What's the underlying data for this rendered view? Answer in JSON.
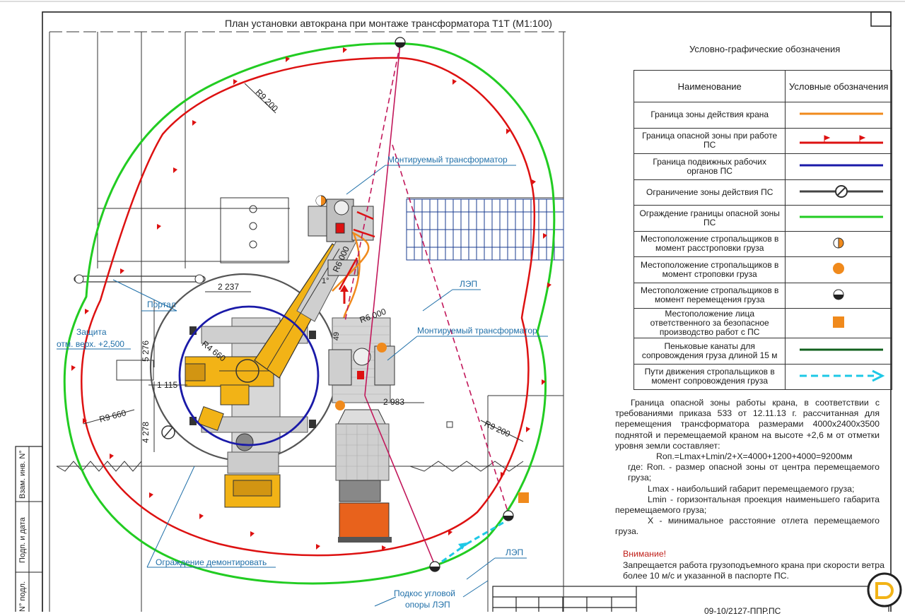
{
  "title": "План установки автокрана при монтаже трансформатора Т1Т (М1:100)",
  "labels": {
    "transformer_top": "Монтируемый трансформатор",
    "transformer_mid": "Монтируемый трансформатор",
    "portal": "Портал",
    "zashchita_1": "Защита",
    "zashchita_2": "отм. верх. +2,500",
    "lep_top": "ЛЭП",
    "lep_bottom": "ЛЭП",
    "ograzhdenie": "Ограждение демонтировать",
    "podkos_1": "Подкос угловой",
    "podkos_2": "опоры ЛЭП"
  },
  "dimensions": {
    "r9200_top": "R9 200",
    "r9200_right": "R9 200",
    "r9660": "R9 660",
    "r4660": "R4 660",
    "r6000": "R6 000",
    "r6000b": "R6 000",
    "d2237": "2 237",
    "d5276": "5 276",
    "d4278": "4 278",
    "d1115": "1 115",
    "d2983": "2 983",
    "d49": "49",
    "d1": "1°"
  },
  "legend": {
    "caption": "Условно-графические обозначения",
    "col_name": "Наименование",
    "col_symbol": "Условные обозначения",
    "rows": [
      {
        "name": "Граница зоны действия крана",
        "symbol": "orange-line-icon"
      },
      {
        "name": "Граница опасной зоны при работе ПС",
        "symbol": "red-flag-line-icon"
      },
      {
        "name": "Граница подвижных рабочих органов ПС",
        "symbol": "blue-line-icon"
      },
      {
        "name": "Ограничение зоны действия ПС",
        "symbol": "limit-circle-icon"
      },
      {
        "name": "Ограждение границы опасной зоны ПС",
        "symbol": "green-line-icon"
      },
      {
        "name": "Местоположение стропальщиков в момент расстроповки груза",
        "symbol": "half-orange-circle-icon"
      },
      {
        "name": "Местоположение стропальщиков в момент строповки груза",
        "symbol": "orange-circle-icon"
      },
      {
        "name": "Местоположение стропальщиков в момент перемещения груза",
        "symbol": "half-black-circle-icon"
      },
      {
        "name": "Местоположение лица ответственного за безопасное производство работ с ПС",
        "symbol": "orange-square-icon"
      },
      {
        "name": "Пеньковые канаты для сопровождения груза длиной 15 м",
        "symbol": "dark-green-line-icon"
      },
      {
        "name": "Пути движения стропальщиков в момент сопровождения груза",
        "symbol": "cyan-dashed-arrow-icon"
      }
    ]
  },
  "description": {
    "p1": "Граница опасной зоны работы крана, в соответствии с требованиями приказа 533 от 12.11.13 г. рассчитанная для перемещения трансформатора размерами 4000х2400х3500 поднятой и перемещаемой краном на высоте +2,6 м от отметки уровня земли составляет:",
    "formula": "Rоп.=Lmax+Lmin/2+X=4000+1200+4000=9200мм",
    "where": "где:   Rоп. - размер опасной зоны от центра перемещаемого груза;",
    "lmax": "Lmax - наибольший габарит перемещаемого груза;",
    "lmin": "Lmin - горизонтальная проекция наименьшего габарита перемещаемого груза;",
    "x": "X - минимальное расстояние отлета перемещаемого груза."
  },
  "warning": {
    "title": "Внимание!",
    "text": "Запрещается работа грузоподъемного крана при скорости ветра более 10 м/с и указанной в паспорте ПС."
  },
  "stamp": {
    "vzam": "Взам. инв. N°",
    "podp": "Подп. и дата",
    "inv": "N° подл.",
    "doc": "09-10/2127-ППР.ПС"
  },
  "colors": {
    "green_fence": "#22cc22",
    "red_zone": "#dd1111",
    "blue_booms": "#1a1aa8",
    "orange_zone": "#f08a1c",
    "label_blue": "#1f6fa8",
    "crane_yellow": "#f2b316"
  }
}
